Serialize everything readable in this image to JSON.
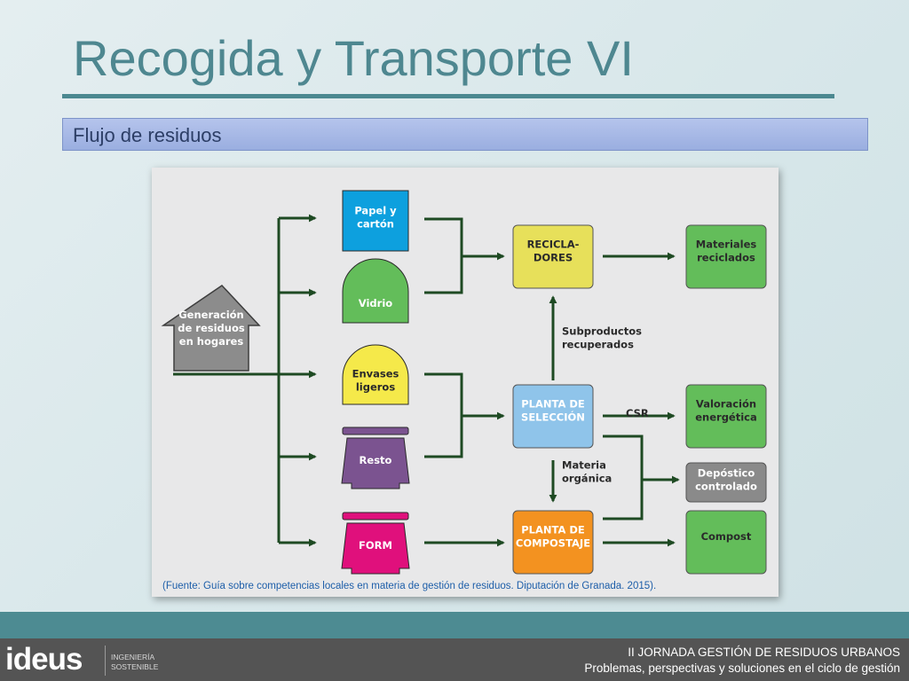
{
  "slide": {
    "title": "Recogida y Transporte VI",
    "subtitle": "Flujo de residuos"
  },
  "diagram": {
    "source_node": {
      "lines": [
        "Generación",
        "de residuos",
        "en hogares"
      ]
    },
    "containers": [
      {
        "id": "papel",
        "lines": [
          "Papel y",
          "cartón"
        ],
        "color": "#0da0de"
      },
      {
        "id": "vidrio",
        "lines": [
          "Vidrio"
        ],
        "color": "#63bd5a"
      },
      {
        "id": "envases",
        "lines": [
          "Envases",
          "ligeros"
        ],
        "color": "#f5e94a"
      },
      {
        "id": "resto",
        "lines": [
          "Resto"
        ],
        "color": "#7b5390"
      },
      {
        "id": "form",
        "lines": [
          "FORM"
        ],
        "color": "#e0107c"
      }
    ],
    "facilities": [
      {
        "id": "recicladores",
        "lines": [
          "RECICLA-",
          "DORES"
        ],
        "color": "#e7e05a"
      },
      {
        "id": "planta_seleccion",
        "lines": [
          "PLANTA DE",
          "SELECCIÓN"
        ],
        "color": "#8fc4ea"
      },
      {
        "id": "planta_compostaje",
        "lines": [
          "PLANTA DE",
          "COMPOSTAJE"
        ],
        "color": "#f39220"
      }
    ],
    "outputs": [
      {
        "id": "materiales",
        "lines": [
          "Materiales",
          "reciclados"
        ],
        "color": "#63bd5a"
      },
      {
        "id": "valoracion",
        "lines": [
          "Valoración",
          "energética"
        ],
        "color": "#63bd5a"
      },
      {
        "id": "deposito",
        "lines": [
          "Depóstico",
          "controlado"
        ],
        "color": "#8a8a8a"
      },
      {
        "id": "compost",
        "lines": [
          "Compost"
        ],
        "color": "#63bd5a"
      }
    ],
    "flow_labels": {
      "subproductos": [
        "Subproductos",
        "recuperados"
      ],
      "csr": [
        "CSR"
      ],
      "materia": [
        "Materia",
        "orgánica"
      ]
    },
    "source_note": "(Fuente: Guía sobre competencias locales en materia de gestión de residuos. Diputación de Granada. 2015)."
  },
  "footer": {
    "logo_text": "ideus",
    "logo_sub": [
      "INGENIERÍA",
      "SOSTENIBLE"
    ],
    "line1": "II JORNADA GESTIÓN DE RESIDUOS URBANOS",
    "line2": "Problemas, perspectivas y soluciones en el ciclo de gestión"
  }
}
